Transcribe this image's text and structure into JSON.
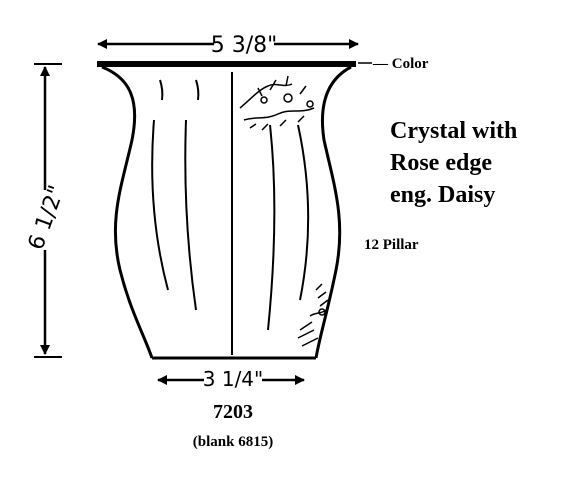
{
  "dimensions": {
    "top_width": "5 3/8\"",
    "height": "6 1/2\"",
    "base_width": "3 1/4\""
  },
  "labels": {
    "color_callout": "— Color",
    "pillar_note": "12 Pillar",
    "description": [
      "Crystal with",
      "Rose edge",
      "eng. Daisy"
    ],
    "item_number": "7203",
    "blank_number": "(blank 6815)"
  }
}
